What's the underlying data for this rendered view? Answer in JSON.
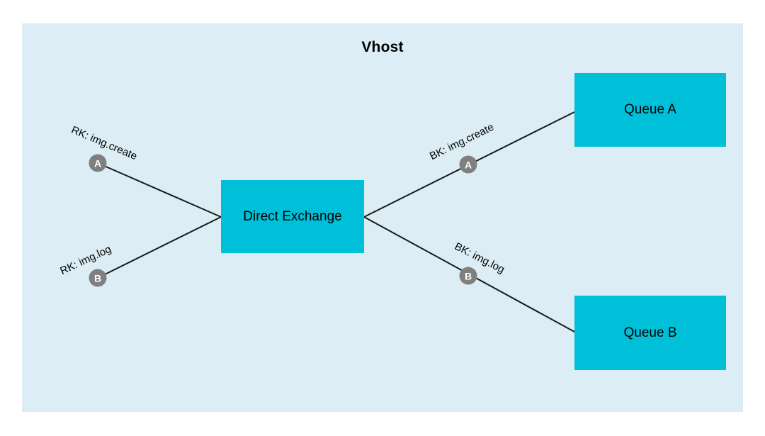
{
  "title": "Vhost",
  "exchange": {
    "label": "Direct Exchange"
  },
  "queues": {
    "a": {
      "label": "Queue A"
    },
    "b": {
      "label": "Queue B"
    }
  },
  "edges": {
    "left_a": {
      "badge": "A",
      "label": "RK: img.create"
    },
    "left_b": {
      "badge": "B",
      "label": "RK: img.log"
    },
    "right_a": {
      "badge": "A",
      "label": "BK: img.create"
    },
    "right_b": {
      "badge": "B",
      "label": "BK: img.log"
    }
  },
  "colors": {
    "panel_fill": "#dcedf5",
    "node_fill": "#00bfd8",
    "badge_fill": "#7f7f7f",
    "badge_text": "#ffffff",
    "line": "#1a1a1a",
    "text": "#000000"
  }
}
